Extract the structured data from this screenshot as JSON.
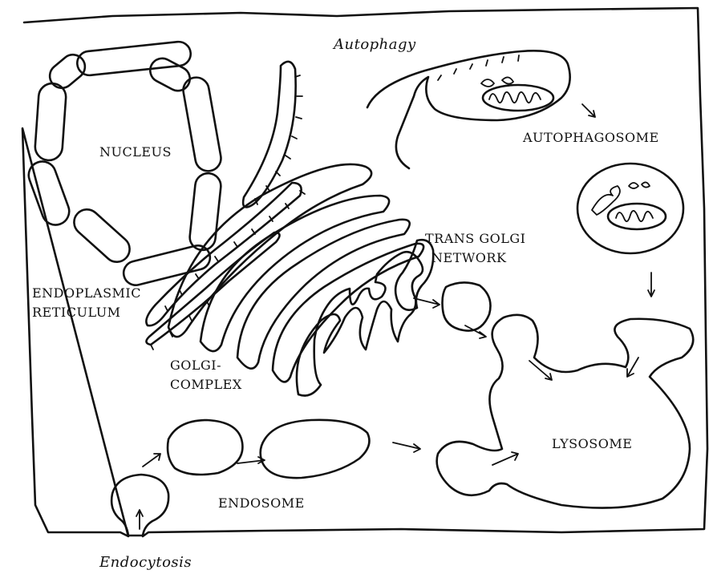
{
  "labels": {
    "autophagy": "Autophagy",
    "nucleus": "NUCLEUS",
    "autophagosome": "AUTOPHAGOSOME",
    "trans_golgi_1": "TRANS GOLGI",
    "trans_golgi_2": "NETWORK",
    "er_1": "ENDOPLASMIC",
    "er_2": "RETICULUM",
    "golgi_1": "GOLGI-",
    "golgi_2": "COMPLEX",
    "lysosome": "LYSOSOME",
    "endosome": "ENDOSOME",
    "endocytosis": "Endocytosis"
  },
  "colors": {
    "ink": "#111111",
    "background": "#ffffff"
  }
}
